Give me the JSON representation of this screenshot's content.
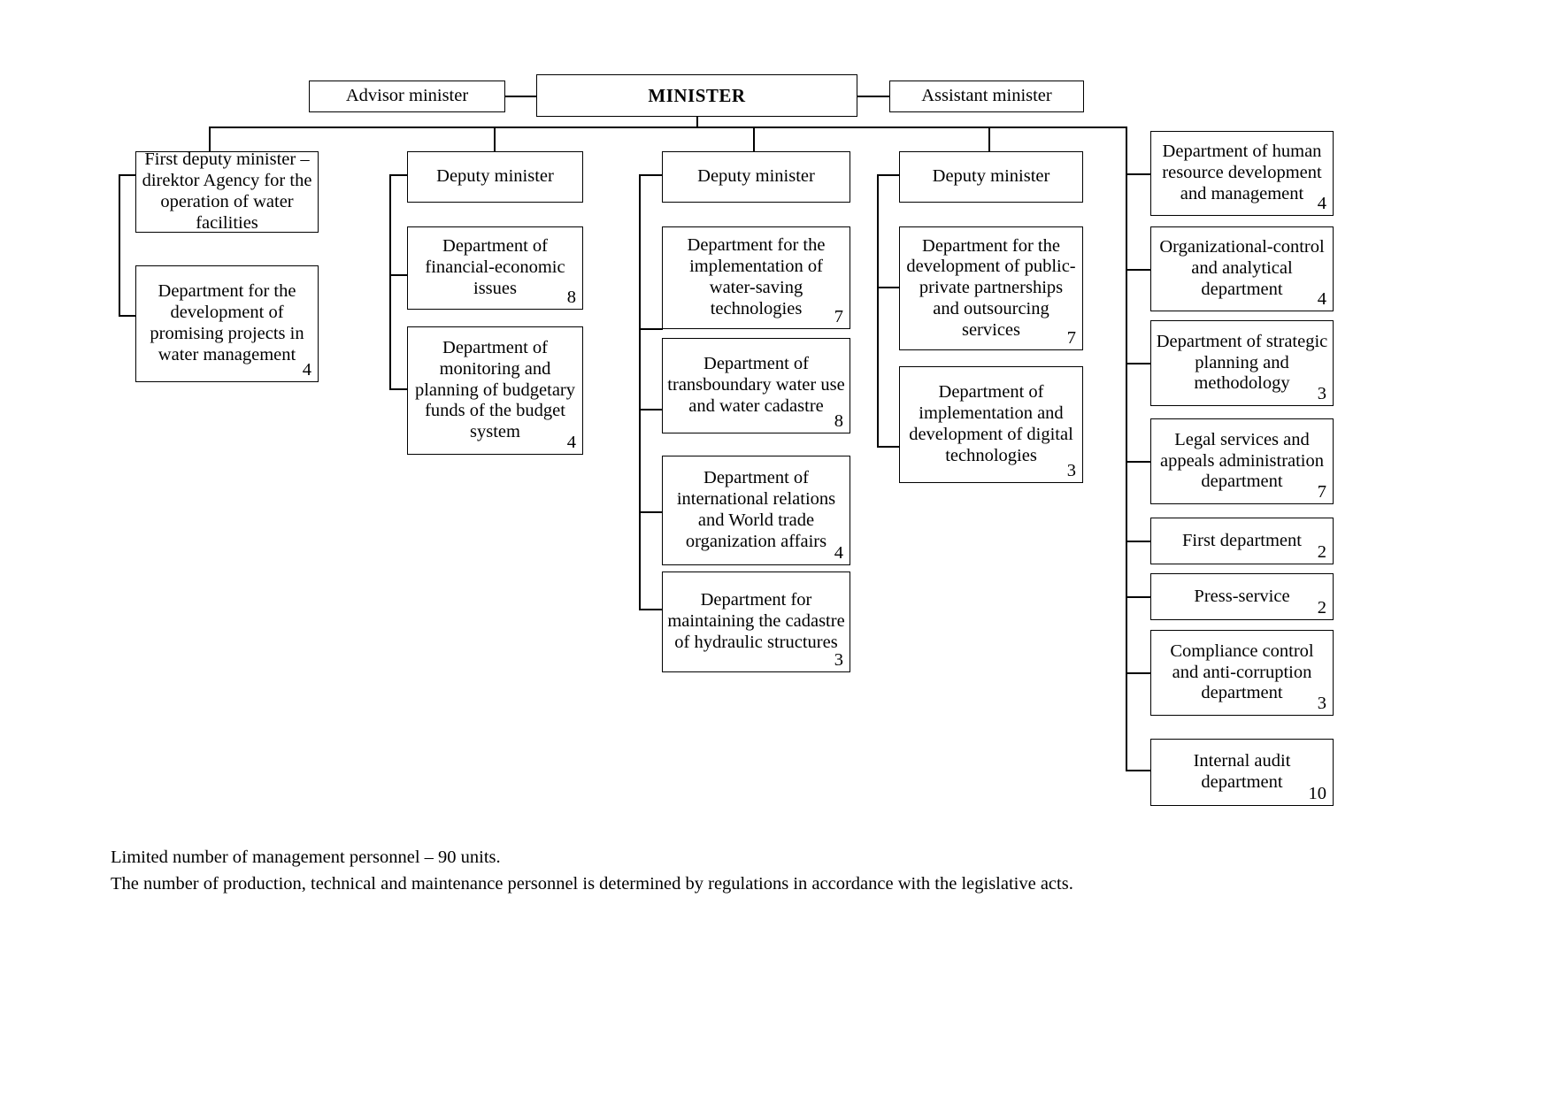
{
  "chart_data": {
    "type": "diagram",
    "title": "Ministry organizational structure",
    "top": {
      "minister": "MINISTER",
      "advisor": "Advisor minister",
      "assistant": "Assistant minister"
    },
    "columns": [
      {
        "id": "col-first-deputy",
        "head": {
          "label": "First deputy minister – direktor Agency for the operation of water facilities",
          "count": ""
        },
        "items": [
          {
            "label": "Department for the development of promising projects in water management",
            "count": "4"
          }
        ]
      },
      {
        "id": "col-deputy-finance",
        "head": {
          "label": "Deputy minister",
          "count": ""
        },
        "items": [
          {
            "label": "Department of financial-economic issues",
            "count": "8"
          },
          {
            "label": "Department of monitoring and planning of budgetary funds of the budget system",
            "count": "4"
          }
        ]
      },
      {
        "id": "col-deputy-water",
        "head": {
          "label": "Deputy minister",
          "count": ""
        },
        "items": [
          {
            "label": "Department for the implementation of water-saving technologies",
            "count": "7"
          },
          {
            "label": "Department of transboundary water use and water cadastre",
            "count": "8"
          },
          {
            "label": "Department of international relations and World trade organization affairs",
            "count": "4"
          },
          {
            "label": "Department for maintaining the cadastre of hydraulic structures",
            "count": "3"
          }
        ]
      },
      {
        "id": "col-deputy-ppp",
        "head": {
          "label": "Deputy minister",
          "count": ""
        },
        "items": [
          {
            "label": "Department for the development of public-private partnerships and outsourcing services",
            "count": "7"
          },
          {
            "label": "Department of implementation and development of digital technologies",
            "count": "3"
          }
        ]
      }
    ],
    "right_column": [
      {
        "label": "Department of human resource development and management",
        "count": "4"
      },
      {
        "label": "Organizational-control and analytical department",
        "count": "4"
      },
      {
        "label": "Department of strategic planning and methodology",
        "count": "3"
      },
      {
        "label": "Legal services and appeals administration department",
        "count": "7"
      },
      {
        "label": "First department",
        "count": "2"
      },
      {
        "label": "Press-service",
        "count": "2"
      },
      {
        "label": "Compliance control and anti-corruption department",
        "count": "3"
      },
      {
        "label": "Internal audit department",
        "count": "10"
      }
    ],
    "footnotes": [
      "Limited number of management personnel – 90 units.",
      "The number of production, technical and maintenance personnel is determined by regulations in accordance with the legislative acts."
    ],
    "colors": {
      "line": "#000000",
      "box_fill": "#ffffff",
      "text": "#000000"
    }
  }
}
